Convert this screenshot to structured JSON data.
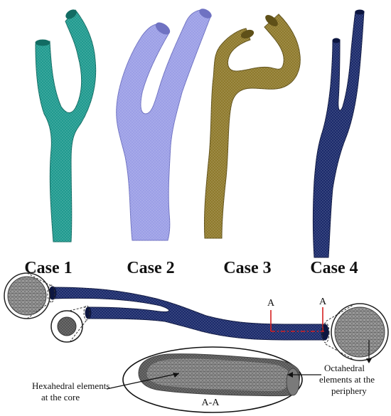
{
  "colors": {
    "case1": "#1f9a8f",
    "case1_dark": "#126c63",
    "case2": "#9b9ee6",
    "case2_dark": "#6f72c2",
    "case3": "#8f7a2c",
    "case3_dark": "#5f5018",
    "case4": "#1b2a6b",
    "case4_dark": "#0d1640",
    "mesh_gray": "#8a8a8a",
    "marker_red": "#d62020"
  },
  "cases": [
    {
      "label": "Case 1"
    },
    {
      "label": "Case 2"
    },
    {
      "label": "Case 3"
    },
    {
      "label": "Case 4"
    }
  ],
  "section": {
    "marker_left": "A",
    "marker_right": "A",
    "cut_label": "A-A",
    "core_label_line1": "Hexahedral elements",
    "core_label_line2": "at the core",
    "periphery_label_line1": "Octahedral",
    "periphery_label_line2": "elements at the",
    "periphery_label_line3": "periphery"
  }
}
